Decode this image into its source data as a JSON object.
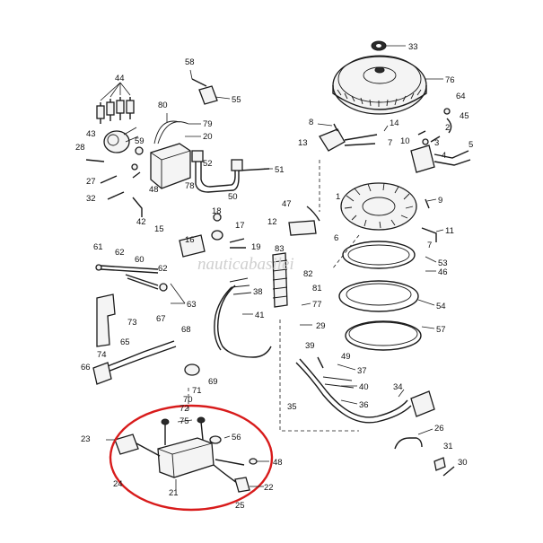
{
  "watermark": "nauticabasilei",
  "highlight_color": "#d81b1b",
  "callouts": [
    {
      "id": "c33",
      "text": "33"
    },
    {
      "id": "c76",
      "text": "76"
    },
    {
      "id": "c58",
      "text": "58"
    },
    {
      "id": "c55",
      "text": "55"
    },
    {
      "id": "c44",
      "text": "44"
    },
    {
      "id": "c80",
      "text": "80"
    },
    {
      "id": "c79",
      "text": "79"
    },
    {
      "id": "c20",
      "text": "20"
    },
    {
      "id": "c43",
      "text": "43"
    },
    {
      "id": "c59",
      "text": "59"
    },
    {
      "id": "c28",
      "text": "28"
    },
    {
      "id": "c27",
      "text": "27"
    },
    {
      "id": "c32",
      "text": "32"
    },
    {
      "id": "c48a",
      "text": "48"
    },
    {
      "id": "c42",
      "text": "42"
    },
    {
      "id": "c78",
      "text": "78"
    },
    {
      "id": "c52",
      "text": "52"
    },
    {
      "id": "c50",
      "text": "50"
    },
    {
      "id": "c51",
      "text": "51"
    },
    {
      "id": "c8",
      "text": "8"
    },
    {
      "id": "c14",
      "text": "14"
    },
    {
      "id": "c2",
      "text": "2"
    },
    {
      "id": "c64",
      "text": "64"
    },
    {
      "id": "c45",
      "text": "45"
    },
    {
      "id": "c13",
      "text": "13"
    },
    {
      "id": "c7a",
      "text": "7"
    },
    {
      "id": "c10",
      "text": "10"
    },
    {
      "id": "c3",
      "text": "3"
    },
    {
      "id": "c5",
      "text": "5"
    },
    {
      "id": "c4",
      "text": "4"
    },
    {
      "id": "c1",
      "text": "1"
    },
    {
      "id": "c9",
      "text": "9"
    },
    {
      "id": "c47",
      "text": "47"
    },
    {
      "id": "c12",
      "text": "12"
    },
    {
      "id": "c11",
      "text": "11"
    },
    {
      "id": "c6",
      "text": "6"
    },
    {
      "id": "c15",
      "text": "15"
    },
    {
      "id": "c18",
      "text": "18"
    },
    {
      "id": "c17",
      "text": "17"
    },
    {
      "id": "c16",
      "text": "16"
    },
    {
      "id": "c19",
      "text": "19"
    },
    {
      "id": "c7b",
      "text": "7"
    },
    {
      "id": "c53",
      "text": "53"
    },
    {
      "id": "c46",
      "text": "46"
    },
    {
      "id": "c61",
      "text": "61"
    },
    {
      "id": "c62a",
      "text": "62"
    },
    {
      "id": "c60",
      "text": "60"
    },
    {
      "id": "c62b",
      "text": "62"
    },
    {
      "id": "c63",
      "text": "63"
    },
    {
      "id": "c83",
      "text": "83"
    },
    {
      "id": "c82",
      "text": "82"
    },
    {
      "id": "c81",
      "text": "81"
    },
    {
      "id": "c54",
      "text": "54"
    },
    {
      "id": "c38",
      "text": "38"
    },
    {
      "id": "c41",
      "text": "41"
    },
    {
      "id": "c77",
      "text": "77"
    },
    {
      "id": "c29",
      "text": "29"
    },
    {
      "id": "c57",
      "text": "57"
    },
    {
      "id": "c73",
      "text": "73"
    },
    {
      "id": "c67",
      "text": "67"
    },
    {
      "id": "c68",
      "text": "68"
    },
    {
      "id": "c65",
      "text": "65"
    },
    {
      "id": "c74",
      "text": "74"
    },
    {
      "id": "c66",
      "text": "66"
    },
    {
      "id": "c69",
      "text": "69"
    },
    {
      "id": "c71",
      "text": "71"
    },
    {
      "id": "c70",
      "text": "70"
    },
    {
      "id": "c72",
      "text": "72"
    },
    {
      "id": "c39",
      "text": "39"
    },
    {
      "id": "c49",
      "text": "49"
    },
    {
      "id": "c37",
      "text": "37"
    },
    {
      "id": "c40",
      "text": "40"
    },
    {
      "id": "c35",
      "text": "35"
    },
    {
      "id": "c36",
      "text": "36"
    },
    {
      "id": "c34",
      "text": "34"
    },
    {
      "id": "c75",
      "text": "75"
    },
    {
      "id": "c23",
      "text": "23"
    },
    {
      "id": "c56",
      "text": "56"
    },
    {
      "id": "c24",
      "text": "24"
    },
    {
      "id": "c48b",
      "text": "48"
    },
    {
      "id": "c21",
      "text": "21"
    },
    {
      "id": "c22",
      "text": "22"
    },
    {
      "id": "c25",
      "text": "25"
    },
    {
      "id": "c26",
      "text": "26"
    },
    {
      "id": "c31",
      "text": "31"
    },
    {
      "id": "c30",
      "text": "30"
    }
  ]
}
